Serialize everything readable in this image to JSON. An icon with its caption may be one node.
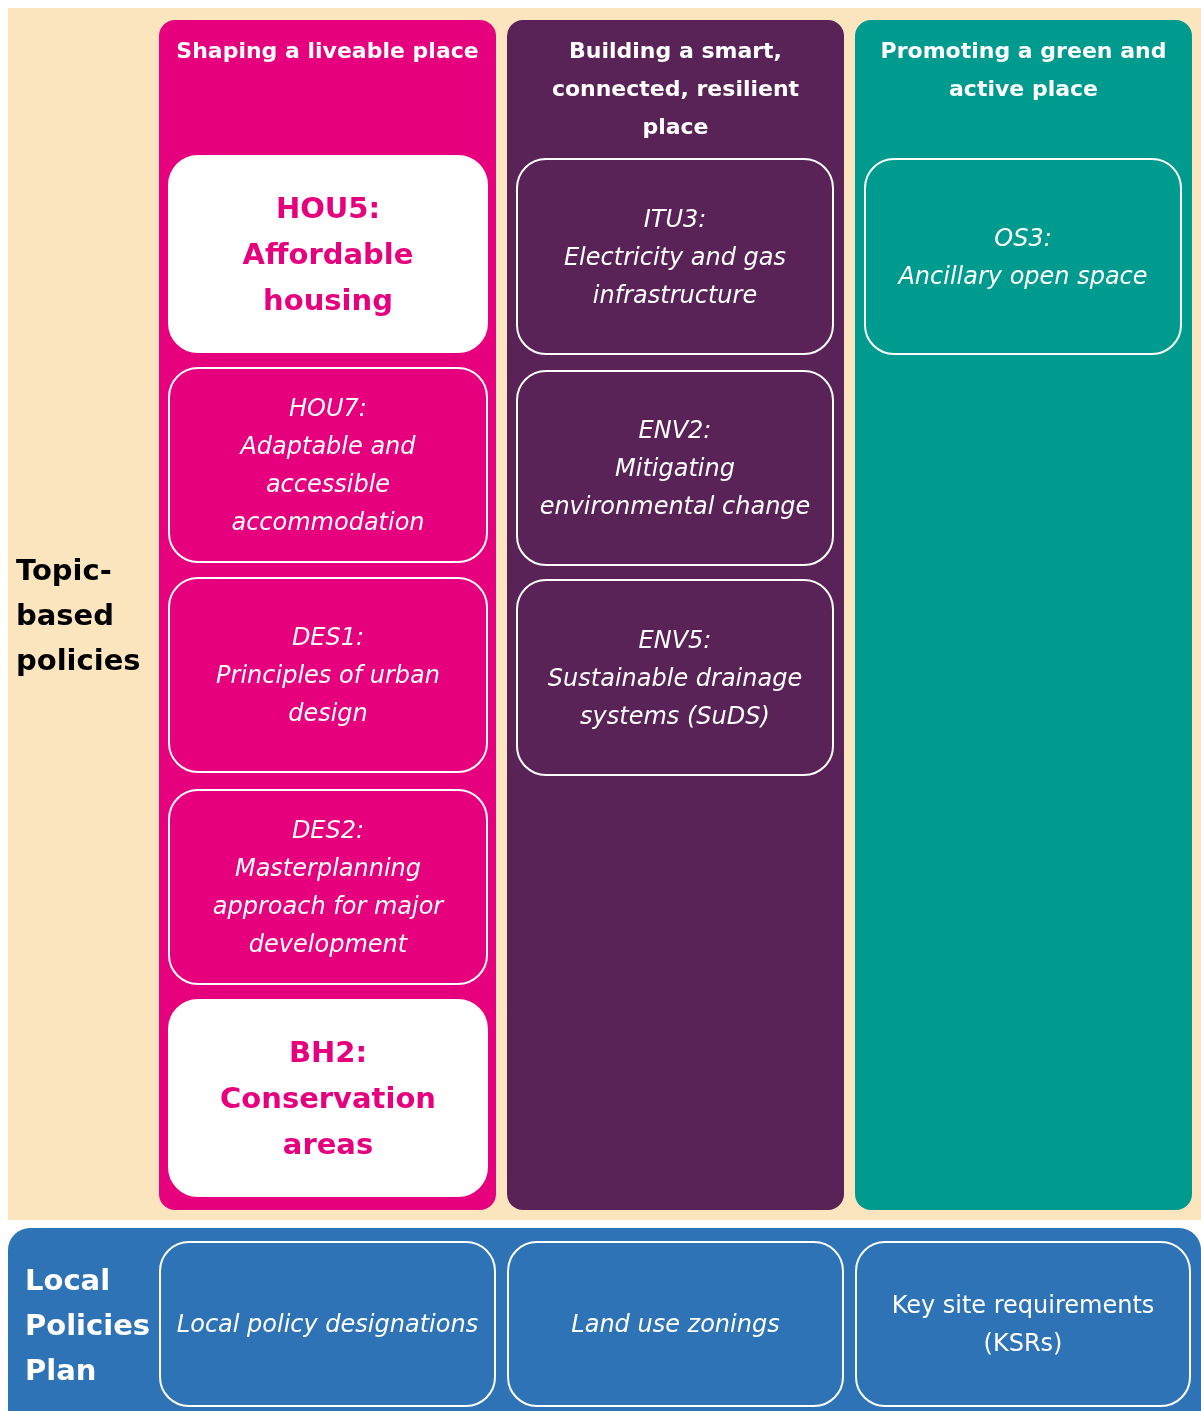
{
  "diagram": {
    "nodes": [
      {
        "text": [
          "Topic-based policies"
        ]
      },
      {
        "text": [
          "Shaping a liveable place"
        ],
        "in": 0
      },
      {
        "text": [
          "HOU5:",
          "Affordable housing"
        ],
        "in": 1
      },
      {
        "text": [
          "HOU7:",
          "Adaptable and accessible accommodation"
        ],
        "in": 1
      },
      {
        "text": [
          "DES1:",
          "Principles of urban design"
        ],
        "in": 1
      },
      {
        "text": [
          "DES2:",
          "Masterplanning approach for major development"
        ],
        "in": 1
      },
      {
        "text": [
          "BH2:",
          "Conservation areas"
        ],
        "in": 1
      },
      {
        "text": [
          "Building a smart, connected, resilient place"
        ],
        "in": 0
      },
      {
        "text": [
          "ITU3:",
          "Electricity and gas infrastructure"
        ],
        "in": 7
      },
      {
        "text": [
          "ENV2:",
          "Mitigating environmental change"
        ],
        "in": 7
      },
      {
        "text": [
          "ENV5:",
          "Sustainable drainage systems (SuDS)"
        ],
        "in": 7
      },
      {
        "text": [
          "Promoting a green and active place"
        ],
        "in": 0
      },
      {
        "text": [
          "OS3:",
          "Ancillary open space"
        ],
        "in": 11
      },
      {
        "text": [
          "Local Policies Plan"
        ]
      },
      {
        "text": [
          "Local policy designations"
        ],
        "in": 13
      },
      {
        "text": [
          "Land use zonings"
        ],
        "in": 13
      },
      {
        "text": [
          "Key site requirements (KSRs)"
        ],
        "in": 13
      }
    ],
    "edges": []
  }
}
